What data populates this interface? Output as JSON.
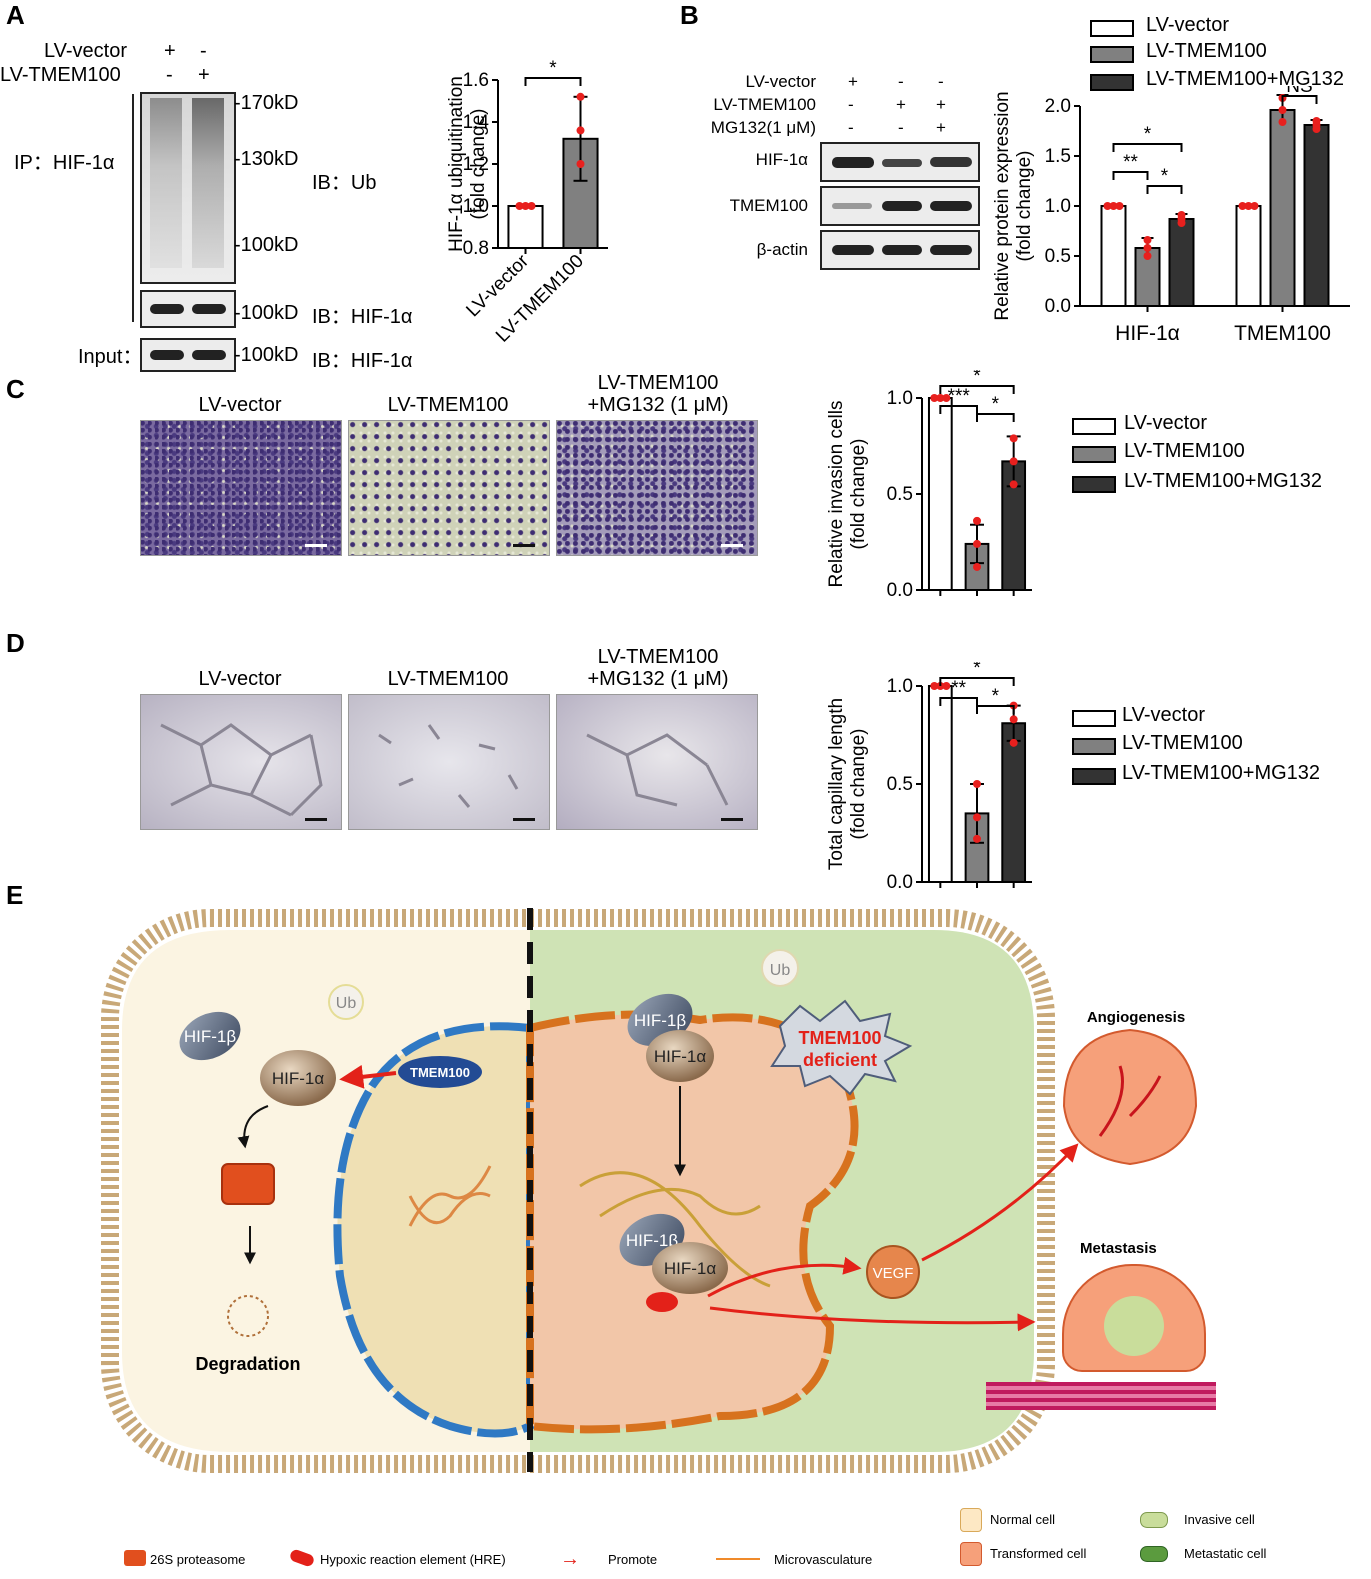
{
  "panels": {
    "A": "A",
    "B": "B",
    "C": "C",
    "D": "D",
    "E": "E"
  },
  "panel_a": {
    "row_labels": [
      "LV-vector",
      "LV-TMEM100"
    ],
    "signs": [
      [
        "+",
        "-"
      ],
      [
        "-",
        "+"
      ]
    ],
    "ip_label": "IP：HIF-1α",
    "ib_ub": "IB：Ub",
    "ib_hif": "IB：HIF-1α",
    "ib_hif_input": "IB：HIF-1α",
    "input_label": "Input：",
    "markers": [
      "170kD",
      "130kD",
      "100kD",
      "100kD",
      "100kD"
    ]
  },
  "panel_b": {
    "row_labels": [
      "LV-vector",
      "LV-TMEM100",
      "MG132(1 μM)"
    ],
    "signs": [
      [
        "+",
        "-",
        "-"
      ],
      [
        "-",
        "+",
        "+"
      ],
      [
        "-",
        "-",
        "+"
      ]
    ],
    "blot_labels": [
      "HIF-1α",
      "TMEM100",
      "β-actin"
    ]
  },
  "legend": [
    "LV-vector",
    "LV-TMEM100",
    "LV-TMEM100+MG132"
  ],
  "panel_c": {
    "titles": [
      "LV-vector",
      "LV-TMEM100",
      "LV-TMEM100\n+MG132 (1 μM)"
    ]
  },
  "panel_d": {
    "titles": [
      "LV-vector",
      "LV-TMEM100",
      "LV-TMEM100\n+MG132 (1 μM)"
    ]
  },
  "chart_data": [
    {
      "id": "A",
      "type": "bar",
      "categories": [
        "LV-vector",
        "LV-TMEM100"
      ],
      "values": [
        1.0,
        1.32
      ],
      "errors": [
        0,
        0.2
      ],
      "points": [
        [
          1.0,
          1.0,
          1.0
        ],
        [
          1.52,
          1.36,
          1.2
        ]
      ],
      "ylabel": "HIF-1α ubiquitination\n(fold change)",
      "ylim": [
        0.8,
        1.6
      ],
      "yticks": [
        "0.8",
        "1.0",
        "1.2",
        "1.4",
        "1.6"
      ],
      "significance": [
        {
          "pair": [
            0,
            1
          ],
          "label": "*"
        }
      ]
    },
    {
      "id": "B",
      "type": "bar",
      "groups": [
        "HIF-1α",
        "TMEM100"
      ],
      "series": [
        {
          "name": "LV-vector",
          "values": [
            1.0,
            1.0
          ],
          "errors": [
            0,
            0
          ]
        },
        {
          "name": "LV-TMEM100",
          "values": [
            0.58,
            1.96
          ],
          "errors": [
            0.1,
            0.15
          ]
        },
        {
          "name": "LV-TMEM100+MG132",
          "values": [
            0.87,
            1.81
          ],
          "errors": [
            0.05,
            0.05
          ]
        }
      ],
      "ylabel": "Relative protein expression\n(fold change)",
      "ylim": [
        0,
        2.0
      ],
      "yticks": [
        "0.0",
        "0.5",
        "1.0",
        "1.5",
        "2.0"
      ],
      "significance": [
        {
          "group": 0,
          "pair": [
            0,
            2
          ],
          "label": "*"
        },
        {
          "group": 0,
          "pair": [
            0,
            1
          ],
          "label": "**"
        },
        {
          "group": 0,
          "pair": [
            1,
            2
          ],
          "label": "*"
        },
        {
          "group": 1,
          "pair": [
            1,
            2
          ],
          "label": "NS"
        }
      ]
    },
    {
      "id": "C",
      "type": "bar",
      "categories": [
        "LV-vector",
        "LV-TMEM100",
        "LV-TMEM100+MG132"
      ],
      "values": [
        1.0,
        0.24,
        0.67
      ],
      "errors": [
        0,
        0.1,
        0.13
      ],
      "points": [
        [
          1.0,
          1.0,
          1.0
        ],
        [
          0.36,
          0.24,
          0.12
        ],
        [
          0.79,
          0.67,
          0.55
        ]
      ],
      "ylabel": "Relative invasion cells\n(fold change)",
      "ylim": [
        0,
        1.0
      ],
      "yticks": [
        "0.0",
        "0.5",
        "1.0"
      ],
      "significance": [
        {
          "pair": [
            0,
            2
          ],
          "label": "*"
        },
        {
          "pair": [
            0,
            1
          ],
          "label": "***"
        },
        {
          "pair": [
            1,
            2
          ],
          "label": "*"
        }
      ]
    },
    {
      "id": "D",
      "type": "bar",
      "categories": [
        "LV-vector",
        "LV-TMEM100",
        "LV-TMEM100+MG132"
      ],
      "values": [
        1.0,
        0.35,
        0.81
      ],
      "errors": [
        0,
        0.15,
        0.09
      ],
      "points": [
        [
          1.0,
          1.0,
          1.0
        ],
        [
          0.5,
          0.33,
          0.22
        ],
        [
          0.9,
          0.83,
          0.71
        ]
      ],
      "ylabel": "Total capillary length\n(fold change)",
      "ylim": [
        0,
        1.0
      ],
      "yticks": [
        "0.0",
        "0.5",
        "1.0"
      ],
      "significance": [
        {
          "pair": [
            0,
            2
          ],
          "label": "*"
        },
        {
          "pair": [
            0,
            1
          ],
          "label": "**"
        },
        {
          "pair": [
            1,
            2
          ],
          "label": "*"
        }
      ]
    }
  ],
  "schematic": {
    "ub": "Ub",
    "hif1b": "HIF-1β",
    "hif1a": "HIF-1α",
    "tmem100": "TMEM100",
    "deficient_line1": "TMEM100",
    "deficient_line2": "deficient",
    "vegf": "VEGF",
    "degradation": "Degradation",
    "angiogenesis": "Angiogenesis",
    "metastasis": "Metastasis",
    "legend": {
      "proteasome": "26S proteasome",
      "hre": "Hypoxic reaction element (HRE)",
      "promote": "Promote",
      "microvasculature": "Microvasculature",
      "normal": "Normal cell",
      "transformed": "Transformed cell",
      "invasive": "Invasive cell",
      "metastatic": "Metastatic cell"
    }
  },
  "colors": {
    "bar_vector": "#ffffff",
    "bar_tmem": "#808080",
    "bar_mg": "#333333",
    "dot": "#e8201e",
    "arrow": "#e32119",
    "left_cell": "#fbf4e2",
    "right_cell": "#cfe3b5",
    "nucleus_right": "#f2c6a8",
    "nucleus_left": "#efe0b4"
  }
}
